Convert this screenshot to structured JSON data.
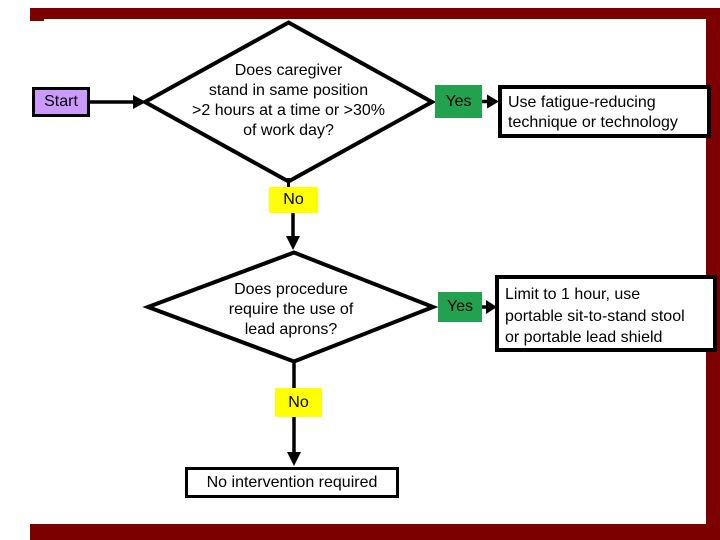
{
  "colors": {
    "background": "#ffffff",
    "frame_maroon": "#7d0000",
    "start_purple": "#cc99ff",
    "yes_green": "#22a24e",
    "no_yellow": "#ffff00",
    "line_black": "#000000"
  },
  "fc": {
    "start_label": "Start",
    "decision1": {
      "lines": [
        "Does caregiver",
        "stand in same position",
        ">2 hours at a time or >30%",
        "of work day?"
      ]
    },
    "yes1_label": "Yes",
    "result1": {
      "lines": [
        "Use fatigue-reducing",
        "technique or technology"
      ]
    },
    "no1_label": "No",
    "decision2": {
      "lines": [
        "Does procedure",
        "require the use of",
        "lead aprons?"
      ]
    },
    "yes2_label": "Yes",
    "result2": {
      "lines": [
        "Limit to 1 hour, use",
        "portable sit-to-stand stool",
        "or portable lead shield"
      ]
    },
    "no2_label": "No",
    "final_label": "No intervention required"
  }
}
